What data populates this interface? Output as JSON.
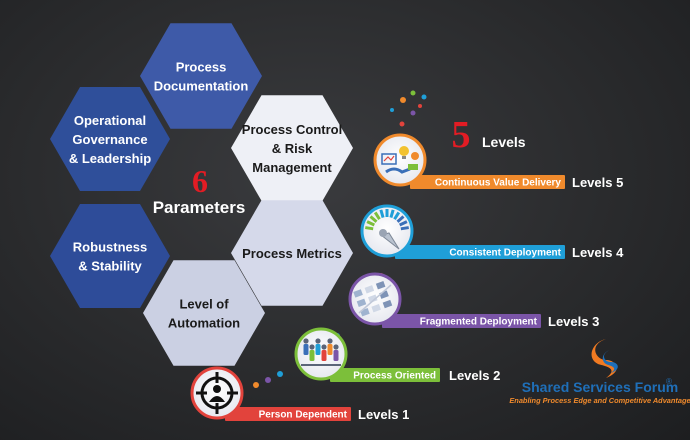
{
  "center": {
    "number": "6",
    "label": "Parameters"
  },
  "hexagons": [
    {
      "label": "Process\nDocumentation",
      "fill": "#3e5aa8",
      "text": "#ffffff"
    },
    {
      "label": "Operational\nGovernance\n& Leadership",
      "fill": "#2f4f9a",
      "text": "#ffffff"
    },
    {
      "label": "Process Control\n& Risk\nManagement",
      "fill": "#eef0f6",
      "text": "#1a1a1a"
    },
    {
      "label": "Robustness\n& Stability",
      "fill": "#2e4c99",
      "text": "#ffffff"
    },
    {
      "label": "Process Metrics",
      "fill": "#d5d9ea",
      "text": "#1a1a1a"
    },
    {
      "label": "Level of\nAutomation",
      "fill": "#cbd0e3",
      "text": "#1a1a1a"
    }
  ],
  "levels_header": {
    "number": "5",
    "label": "Levels"
  },
  "levels": [
    {
      "ribbon": "Continuous Value Delivery",
      "label": "Levels 5",
      "color": "#f08a2c",
      "icon": "innovation-icon"
    },
    {
      "ribbon": "Consistent Deployment",
      "label": "Levels 4",
      "color": "#1f9fd8",
      "icon": "gauge-icon"
    },
    {
      "ribbon": "Fragmented Deployment",
      "label": "Levels 3",
      "color": "#7b55a8",
      "icon": "network-icon"
    },
    {
      "ribbon": "Process Oriented",
      "label": "Levels 2",
      "color": "#7cbf3a",
      "icon": "team-icon"
    },
    {
      "ribbon": "Person Dependent",
      "label": "Levels 1",
      "color": "#e2433c",
      "icon": "target-person-icon"
    }
  ],
  "logo": {
    "name": "Shared Services Forum",
    "registered": "®",
    "tagline": "Enabling Process Edge and Competitive Advantage",
    "colors": {
      "name": "#1f6fb8",
      "tagline": "#f08a2c",
      "mark_orange": "#f07a22",
      "mark_blue": "#1f6fb8"
    }
  },
  "colors": {
    "background": "#2a2b2d",
    "accent_red": "#e21c24"
  }
}
